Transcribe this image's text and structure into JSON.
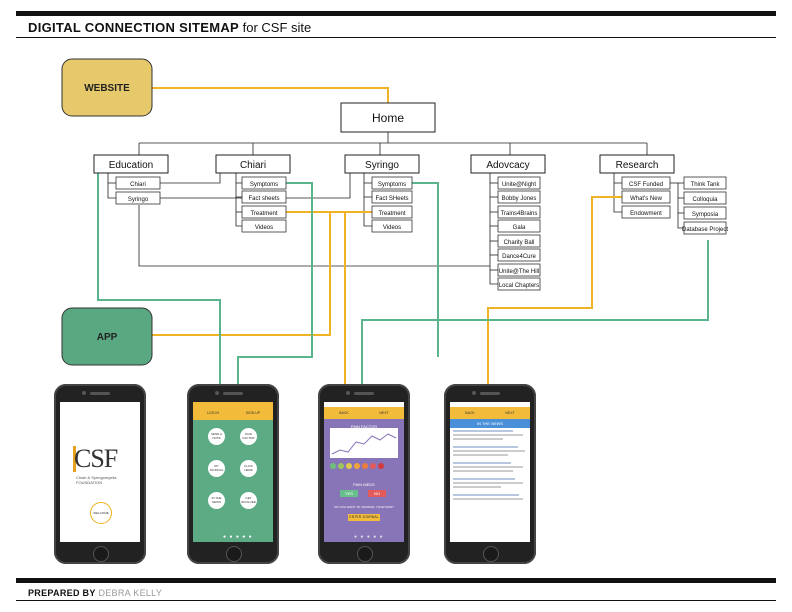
{
  "header": {
    "title_bold": "DIGITAL CONNECTION SITEMAP",
    "title_rest": " for CSF site"
  },
  "footer": {
    "prepared_label": "PREPARED BY",
    "prepared_name": " DEBRA KELLY"
  },
  "nodes": {
    "website": "WEBSITE",
    "app": "APP",
    "home": "Home",
    "education": "Education",
    "chiari": "Chiari",
    "syringo": "Syringo",
    "advocacy": "Adovcacy",
    "research": "Research"
  },
  "education_items": [
    "Chiari",
    "Syringo"
  ],
  "chiari_items": [
    "Symptoms",
    "Fact sheets",
    "Treatment",
    "Videos"
  ],
  "syringo_items": [
    "Symptoms",
    "Fact SHeets",
    "Treatment",
    "Videos"
  ],
  "advocacy_items": [
    "Unite@Night",
    "Bobby Jones",
    "Trains4Brains",
    "Gala",
    "Charity Ball",
    "Dance4Cure",
    "Unite@The Hill",
    "Local Chapters"
  ],
  "research_items": [
    "CSF Funded",
    "What's New",
    "Endowment"
  ],
  "research_sub_items": [
    "Think Tank",
    "Colloquia",
    "Symposia",
    "Database Project"
  ],
  "colors": {
    "website_box": "#e6c96a",
    "app_box": "#5aa882",
    "website_line": "#f0b323",
    "app_line": "#5bb58c"
  },
  "phones": {
    "p1": {
      "logo": "CSF",
      "sub": "Chiari & Syringomyelia FOUNDATION",
      "welcome": "WELCOME"
    },
    "p2": {
      "tabs": [
        "LOG IN",
        "SIGN UP"
      ],
      "buttons": [
        "SEND A NOTE",
        "PAIN FACTOR",
        "MY JOURNAL",
        "CLICK HERE",
        "IN THE NEWS",
        "GET INVOLVED"
      ]
    },
    "p3": {
      "tabs": [
        "BACK",
        "NEXT"
      ],
      "title": "PAIN FACTOR",
      "pain_meds": "PAIN MEDS",
      "yes": "YES",
      "no": "NO",
      "question": "DO YOU WANT TO JOURNAL YOUR PAIN?",
      "enter": "ENTER JOURNAL"
    },
    "p4": {
      "tabs": [
        "BACK",
        "NEXT"
      ],
      "news": "IN THE NEWS"
    }
  }
}
